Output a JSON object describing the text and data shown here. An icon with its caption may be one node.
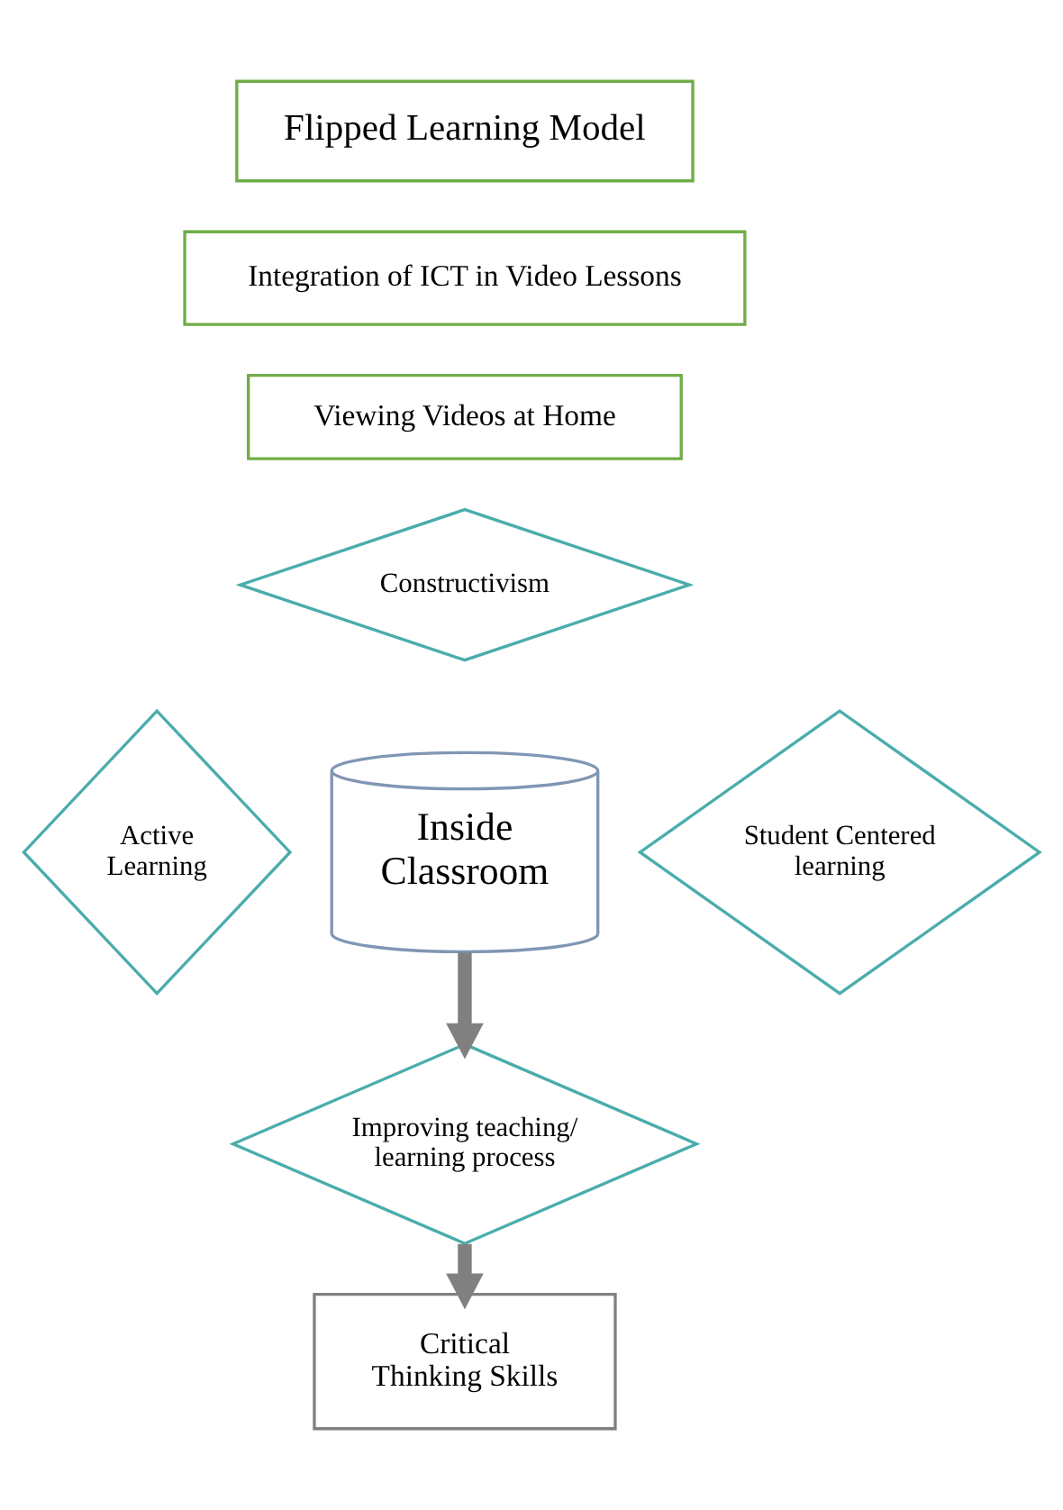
{
  "diagram": {
    "nodes": [
      {
        "text": [
          "Flipped Learning Model"
        ]
      },
      {
        "text": [
          "Integration of ICT in Video Lessons"
        ]
      },
      {
        "text": [
          "Viewing Videos at Home"
        ]
      },
      {
        "text": [
          "Constructivism"
        ]
      },
      {
        "text": [
          "Active Learning"
        ]
      },
      {
        "text": [
          "Inside Classroom"
        ]
      },
      {
        "text": [
          "Student Centered learning"
        ]
      },
      {
        "text": [
          "Improving teaching/ learning process"
        ]
      },
      {
        "text": [
          "Critical Thinking Skills"
        ]
      }
    ],
    "edges": [
      {
        "from": 5,
        "to": 7,
        "arrow": "to"
      },
      {
        "from": 7,
        "to": 8,
        "arrow": "to"
      }
    ]
  }
}
